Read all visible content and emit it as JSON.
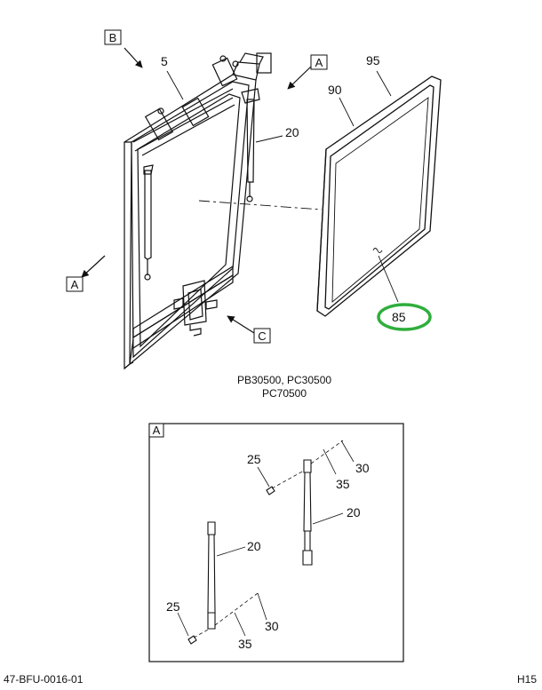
{
  "main_view": {
    "callouts": {
      "c5": "5",
      "c20": "20",
      "c90": "90",
      "c95": "95",
      "c85": "85"
    },
    "view_labels": {
      "b": "B",
      "a_top": "A",
      "a_left": "A",
      "c": "C"
    },
    "caption_line1": "PB30500, PC30500",
    "caption_line2": "PC70500",
    "highlight_color": "#2fae3c"
  },
  "detail_a": {
    "title": "A",
    "callouts_top": {
      "c25": "25",
      "c35": "35",
      "c30": "30",
      "c20": "20"
    },
    "callouts_bottom": {
      "c20": "20",
      "c25": "25",
      "c35": "35",
      "c30": "30"
    }
  },
  "footer": {
    "drawing_id": "47-BFU-0016-01",
    "page_code": "H15"
  }
}
